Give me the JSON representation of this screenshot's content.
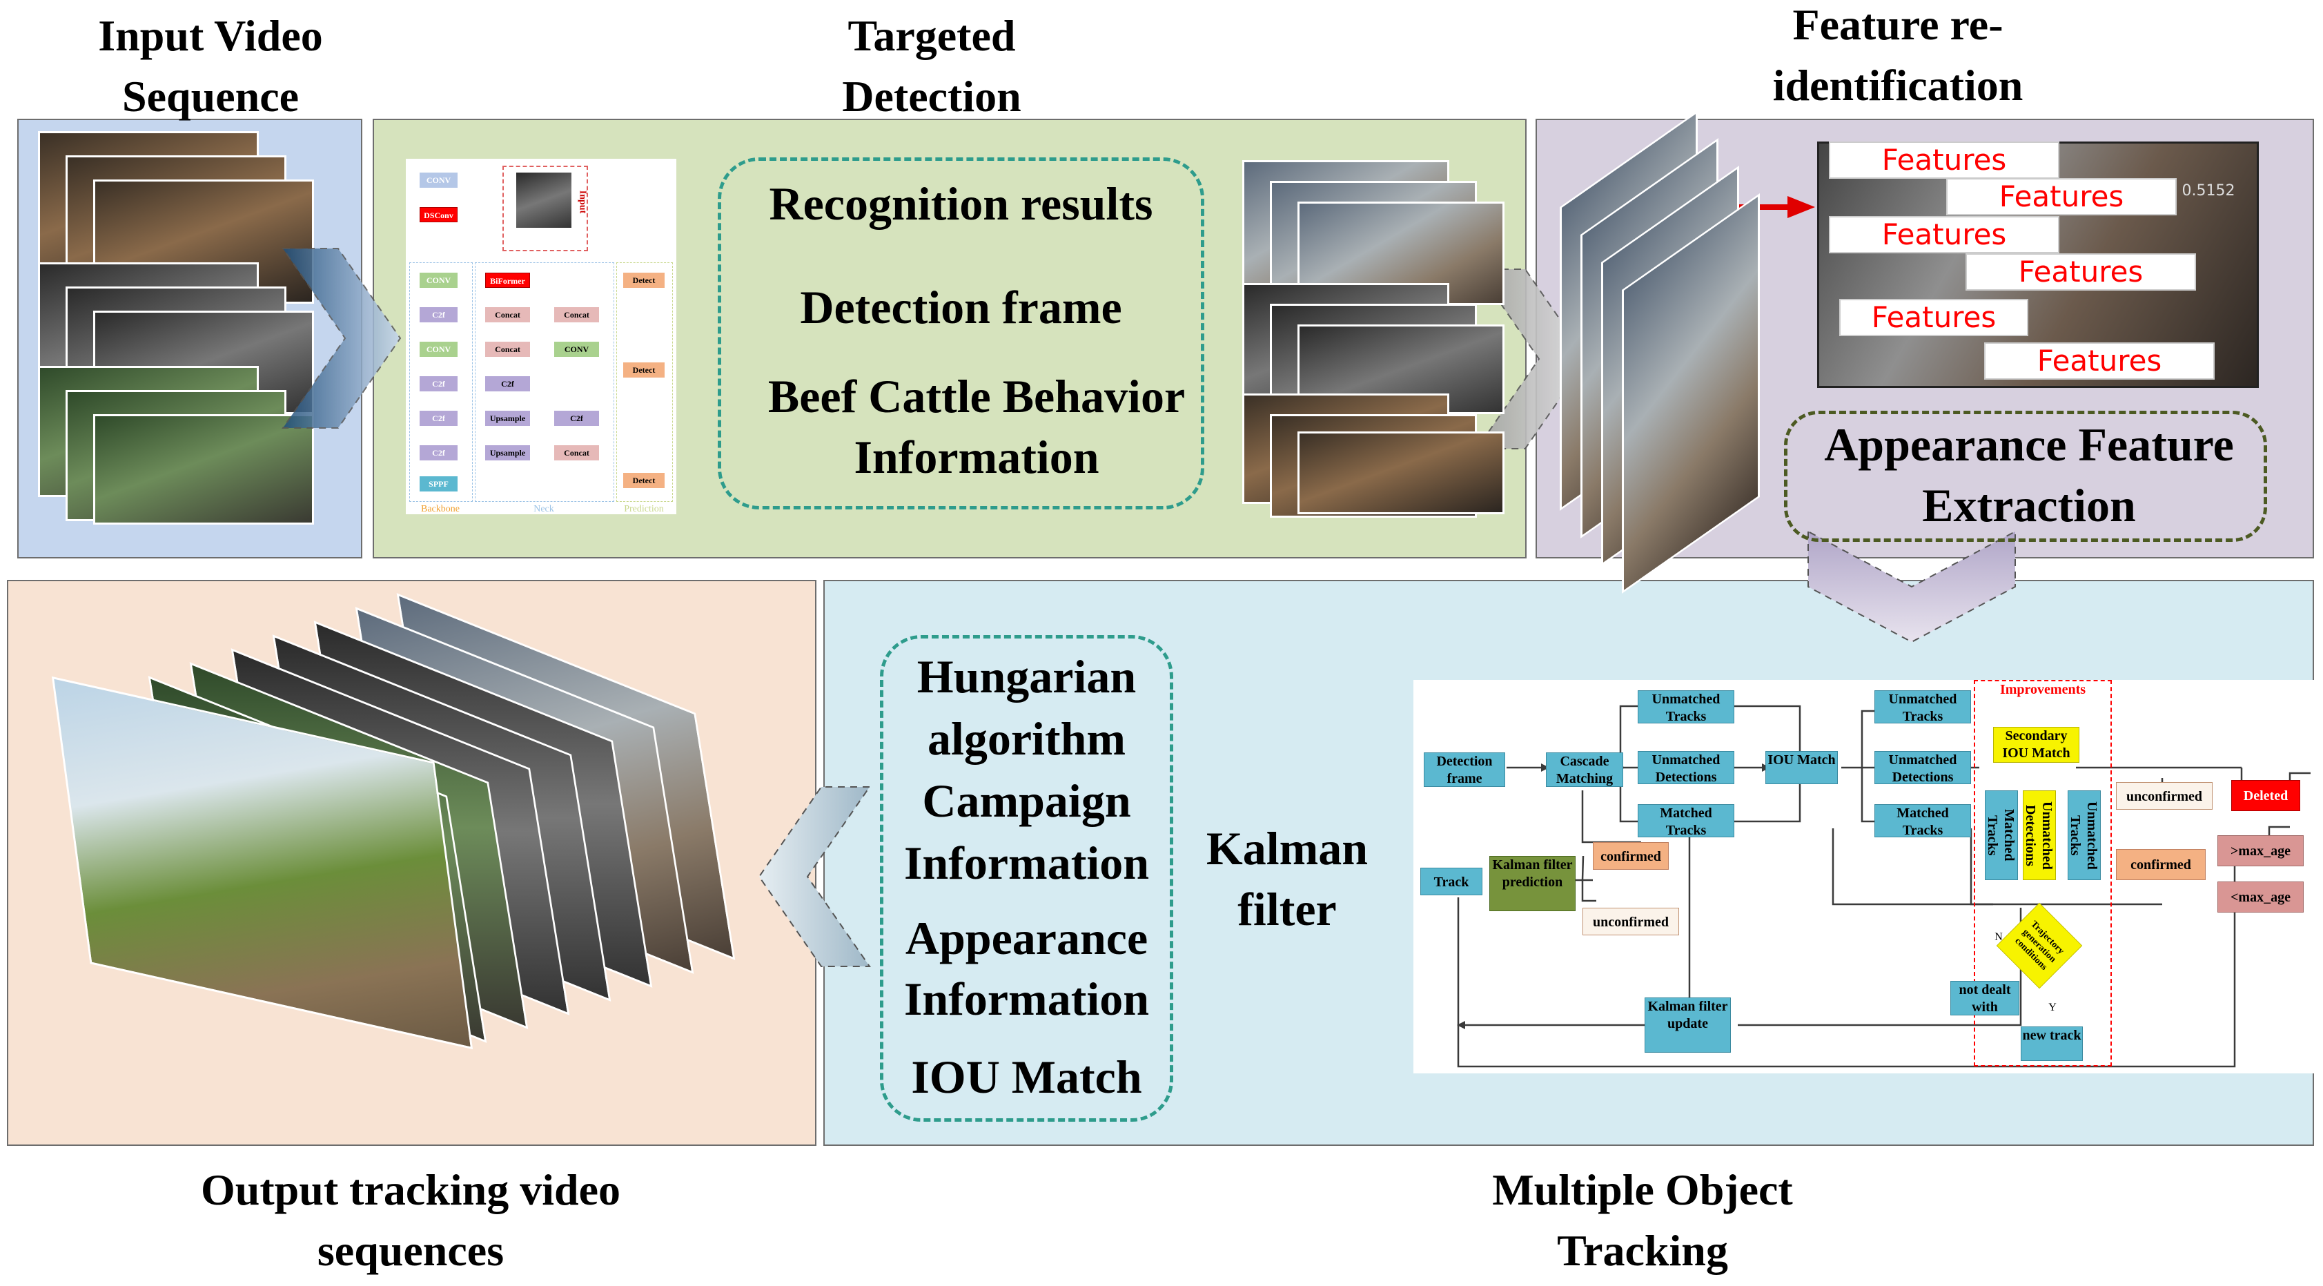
{
  "titles": {
    "input": "Input Video Sequence",
    "targeted": "Targeted Detection",
    "feature": "Feature re-identification",
    "output": "Output tracking video sequences",
    "mot": "Multiple Object Tracking"
  },
  "detection_box": {
    "line1": "Recognition results",
    "line2": "Detection frame",
    "line3": "Beef Cattle Behavior Information"
  },
  "appearance_box": "Appearance Feature Extraction",
  "features_label": "Features",
  "score_label": "0.5152",
  "tracking_box": {
    "line1": "Hungarian algorithm Campaign Information",
    "line2": "Appearance Information",
    "line3": "IOU Match"
  },
  "kalman_label": "Kalman filter",
  "network": {
    "input": "Input",
    "backbone": "Backbone",
    "neck": "Neck",
    "prediction": "Prediction",
    "dsconv": "DSConv",
    "biformer": "BiFormer",
    "conv": "CONV",
    "concat": "Concat",
    "c2f": "C2f",
    "upsample": "Upsample",
    "sppf": "SPPF",
    "detect": "Detect"
  },
  "flowchart": {
    "detection_frame": "Detection frame",
    "cascade_matching": "Cascade Matching",
    "unmatched_tracks": "Unmatched Tracks",
    "unmatched_detections": "Unmatched Detections",
    "matched_tracks": "Matched Tracks",
    "iou_match": "IOU Match",
    "improvements": "Improvements",
    "secondary_iou": "Secondary IOU Match",
    "track": "Track",
    "kalman_prediction": "Kalman filter prediction",
    "confirmed": "confirmed",
    "unconfirmed": "unconfirmed",
    "kalman_update": "Kalman filter update",
    "trajectory": "Trajectory generation conditions",
    "not_dealt": "not dealt with",
    "new_track": "new track",
    "deleted": "Deleted",
    "gt_max_age": ">max_age",
    "lt_max_age": "<max_age",
    "n_label": "N",
    "y_label": "Y"
  }
}
